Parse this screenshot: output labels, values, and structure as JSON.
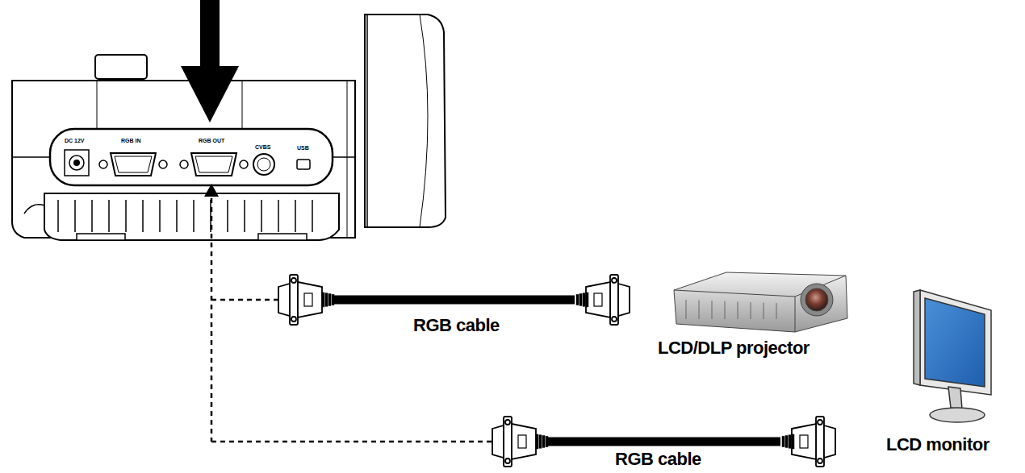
{
  "diagram": {
    "labels": [
      "DC 12V",
      "RGB IN",
      "RGB OUT",
      "CVBS",
      "USB",
      "RGB cable",
      "LCD/DLP projector",
      "RGB cable",
      "LCD monitor"
    ]
  }
}
